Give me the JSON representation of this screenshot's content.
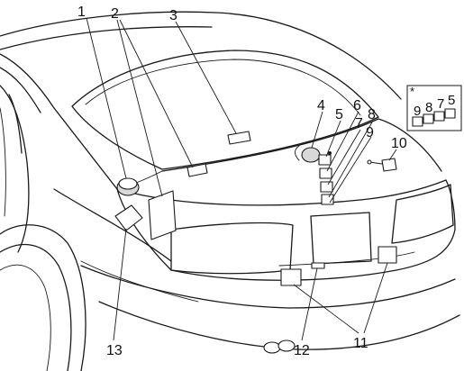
{
  "callouts": [
    {
      "id": "1",
      "text": "1"
    },
    {
      "id": "2",
      "text": "2"
    },
    {
      "id": "3",
      "text": "3"
    },
    {
      "id": "4",
      "text": "4"
    },
    {
      "id": "5",
      "text": "5"
    },
    {
      "id": "6",
      "text": "6"
    },
    {
      "id": "7",
      "text": "7"
    },
    {
      "id": "8",
      "text": "8"
    },
    {
      "id": "9",
      "text": "9"
    },
    {
      "id": "10",
      "text": "10"
    },
    {
      "id": "11",
      "text": "11"
    },
    {
      "id": "12",
      "text": "12"
    },
    {
      "id": "13",
      "text": "13"
    }
  ],
  "inset": {
    "marker": "*",
    "labels": [
      "9",
      "8",
      "7",
      "5"
    ]
  },
  "colors": {
    "line": "#1a1a1a",
    "background": "#ffffff"
  }
}
